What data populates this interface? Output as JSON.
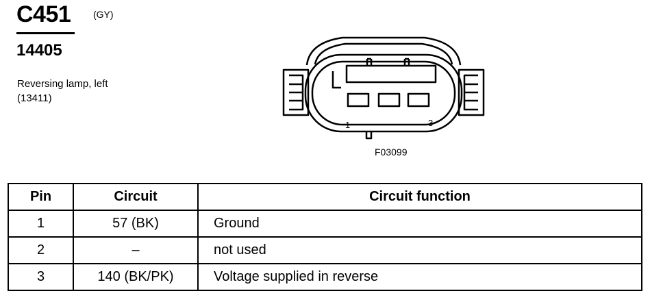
{
  "connector": {
    "id": "C451",
    "color_code": "(GY)",
    "part_number": "14405",
    "description_line1": "Reversing lamp, left",
    "description_line2": "(13411)"
  },
  "figure": {
    "id": "F03099",
    "pin_label_1": "1",
    "pin_label_3": "3"
  },
  "table": {
    "headers": {
      "pin": "Pin",
      "circuit": "Circuit",
      "function": "Circuit function"
    },
    "rows": [
      {
        "pin": "1",
        "circuit": "57 (BK)",
        "function": "Ground"
      },
      {
        "pin": "2",
        "circuit": "–",
        "function": "not used"
      },
      {
        "pin": "3",
        "circuit": "140 (BK/PK)",
        "function": "Voltage supplied in reverse"
      }
    ]
  }
}
